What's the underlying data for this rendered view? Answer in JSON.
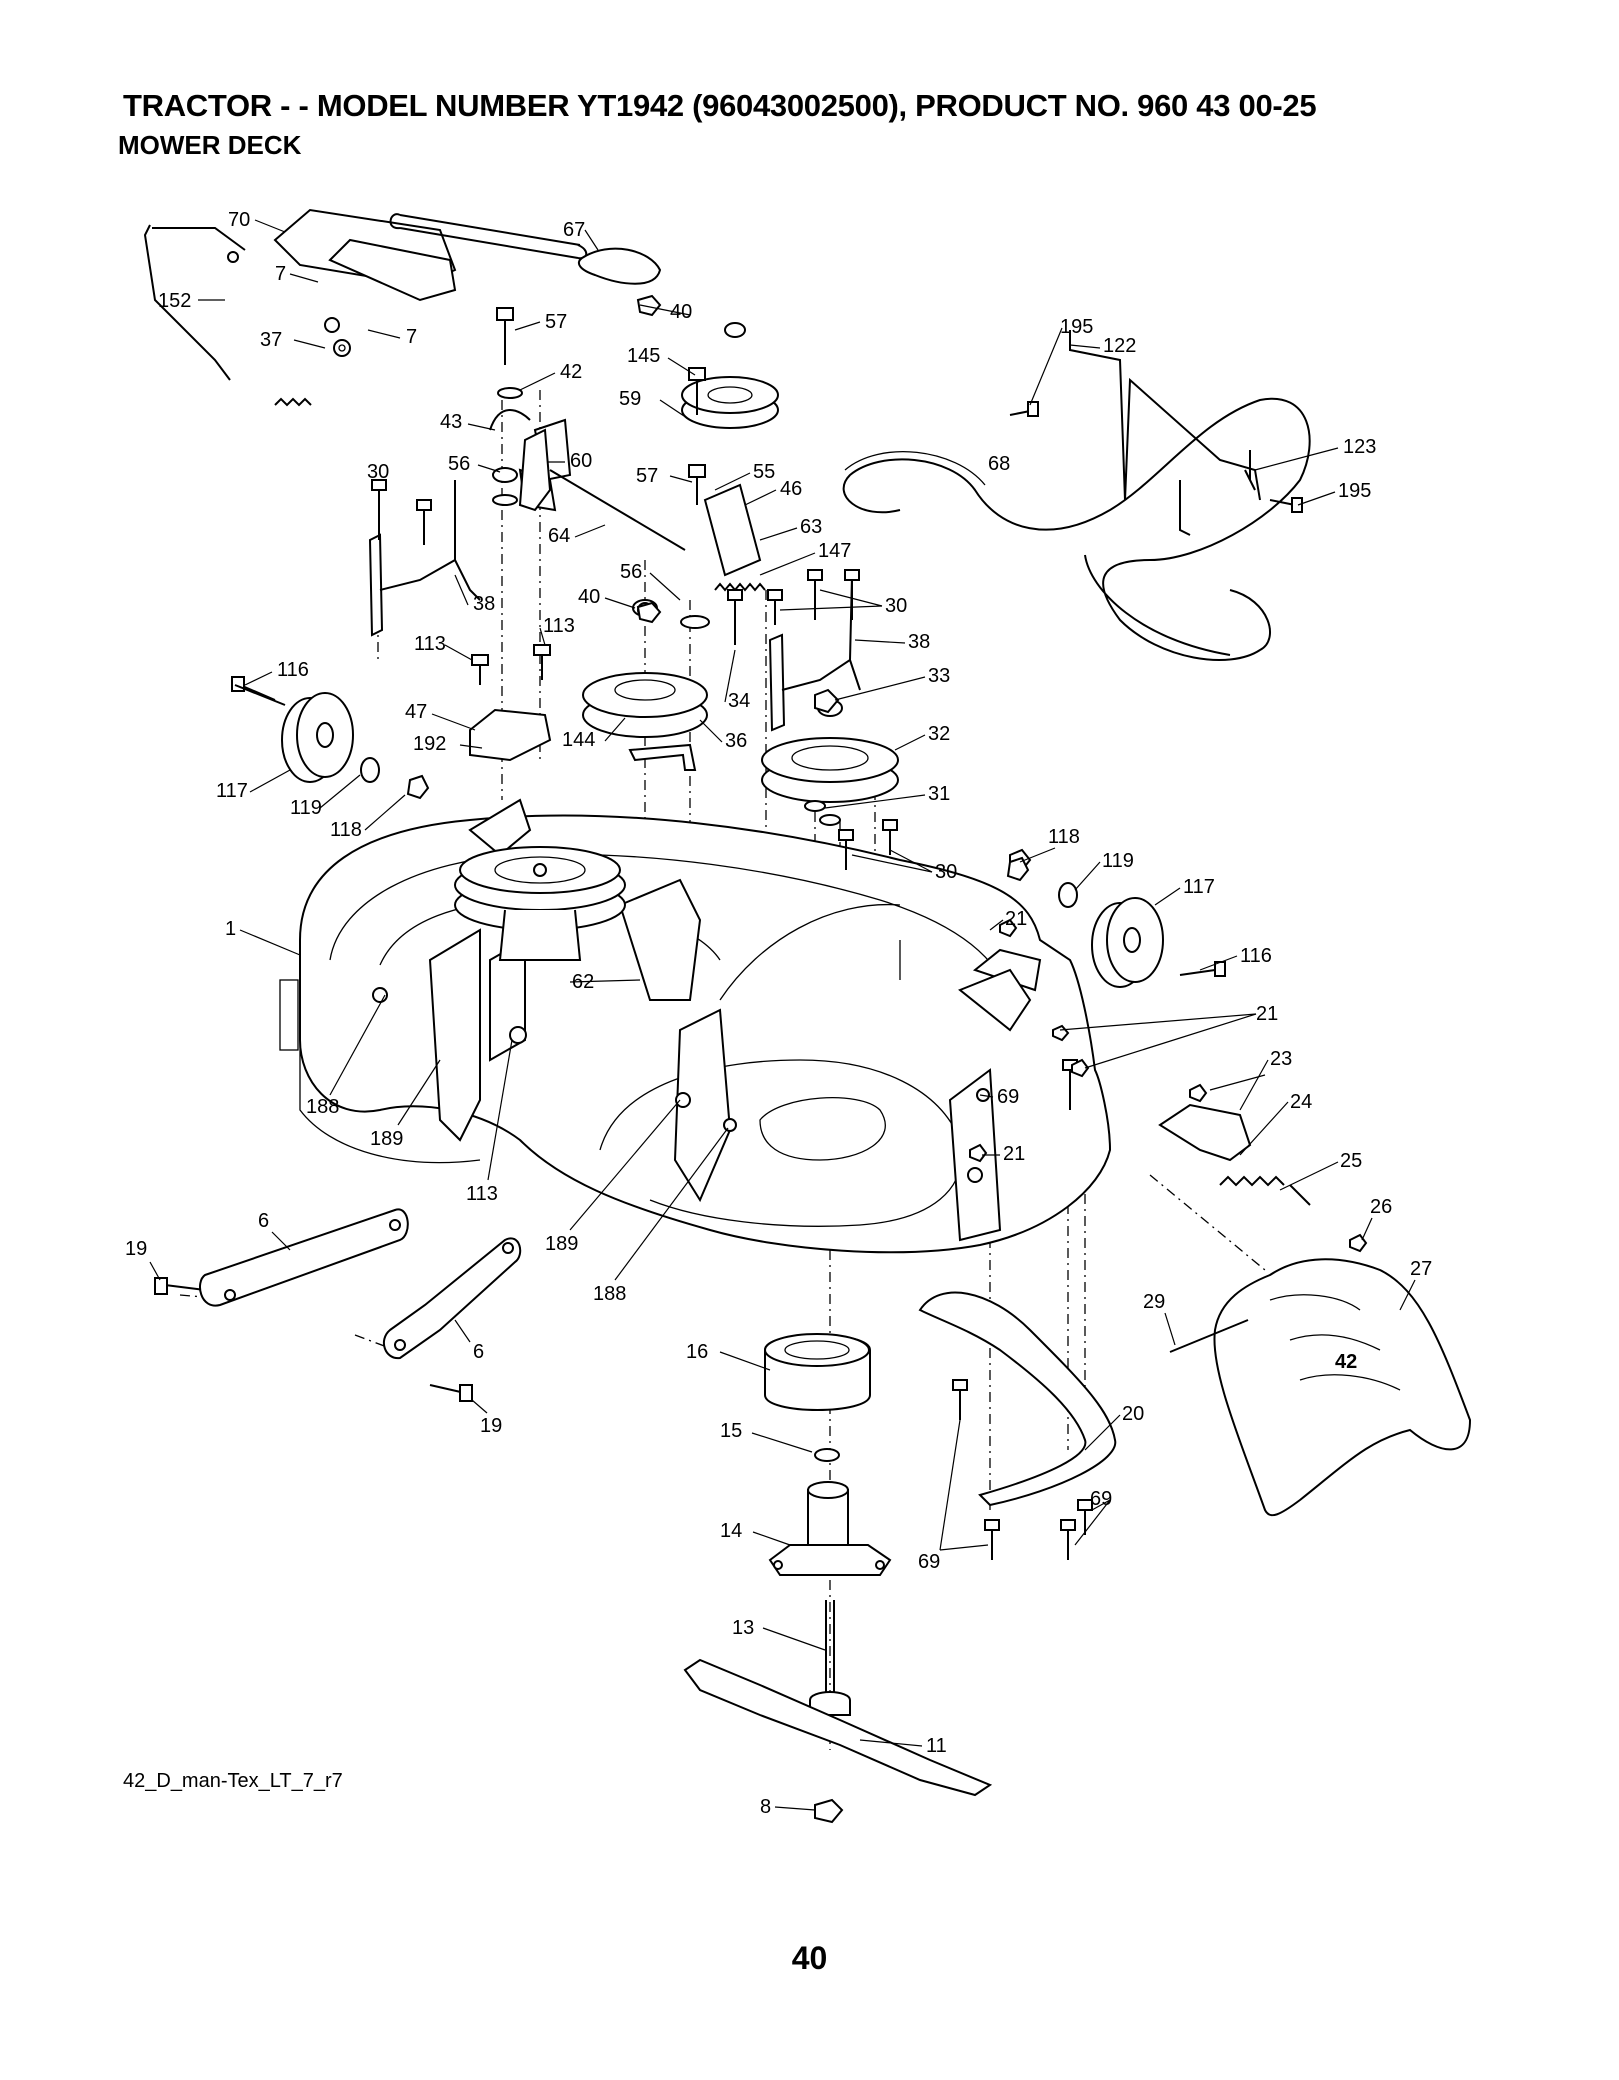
{
  "header": {
    "title": "TRACTOR - - MODEL NUMBER YT1942 (96043002500), PRODUCT NO. 960 43 00-25",
    "subtitle": "MOWER DECK"
  },
  "footer": {
    "drawing_id": "42_D_man-Tex_LT_7_r7",
    "page_number": "40"
  },
  "decal_text": "42",
  "callouts": [
    "70",
    "67",
    "7",
    "7",
    "152",
    "37",
    "57",
    "42",
    "40",
    "145",
    "59",
    "43",
    "56",
    "60",
    "30",
    "57",
    "55",
    "46",
    "195",
    "122",
    "68",
    "123",
    "195",
    "64",
    "63",
    "147",
    "56",
    "40",
    "38",
    "30",
    "38",
    "113",
    "113",
    "116",
    "47",
    "192",
    "144",
    "36",
    "34",
    "33",
    "32",
    "117",
    "119",
    "118",
    "31",
    "30",
    "118",
    "119",
    "117",
    "1",
    "62",
    "21",
    "116",
    "21",
    "23",
    "188",
    "189",
    "113",
    "69",
    "24",
    "21",
    "25",
    "6",
    "19",
    "189",
    "188",
    "26",
    "27",
    "29",
    "6",
    "19",
    "16",
    "20",
    "15",
    "69",
    "14",
    "69",
    "13",
    "11",
    "8"
  ]
}
